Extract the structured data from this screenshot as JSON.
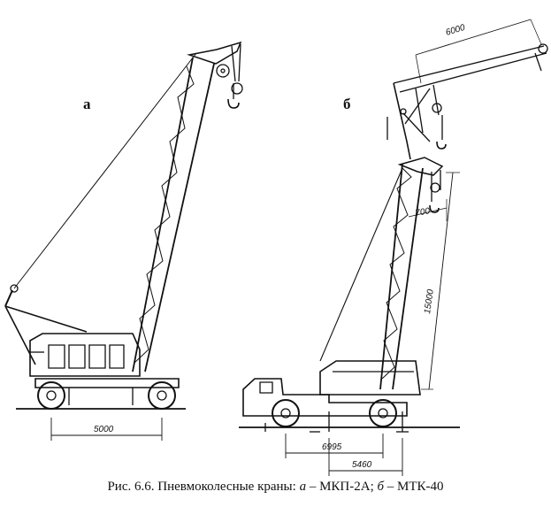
{
  "figure": {
    "label_a": "а",
    "label_b": "б",
    "dim_a_base": "5000",
    "dim_b_jib": "6000",
    "dim_b_boom": "15000",
    "dim_b_reach": "700",
    "dim_b_wheelbase": "6995",
    "dim_b_track": "5460"
  },
  "caption": {
    "prefix": "Рис. 6.6. Пневмоколесные краны: ",
    "a_letter": "а",
    "a_text": " – МКП-2А; ",
    "b_letter": "б",
    "b_text": " –  МТК-40"
  }
}
